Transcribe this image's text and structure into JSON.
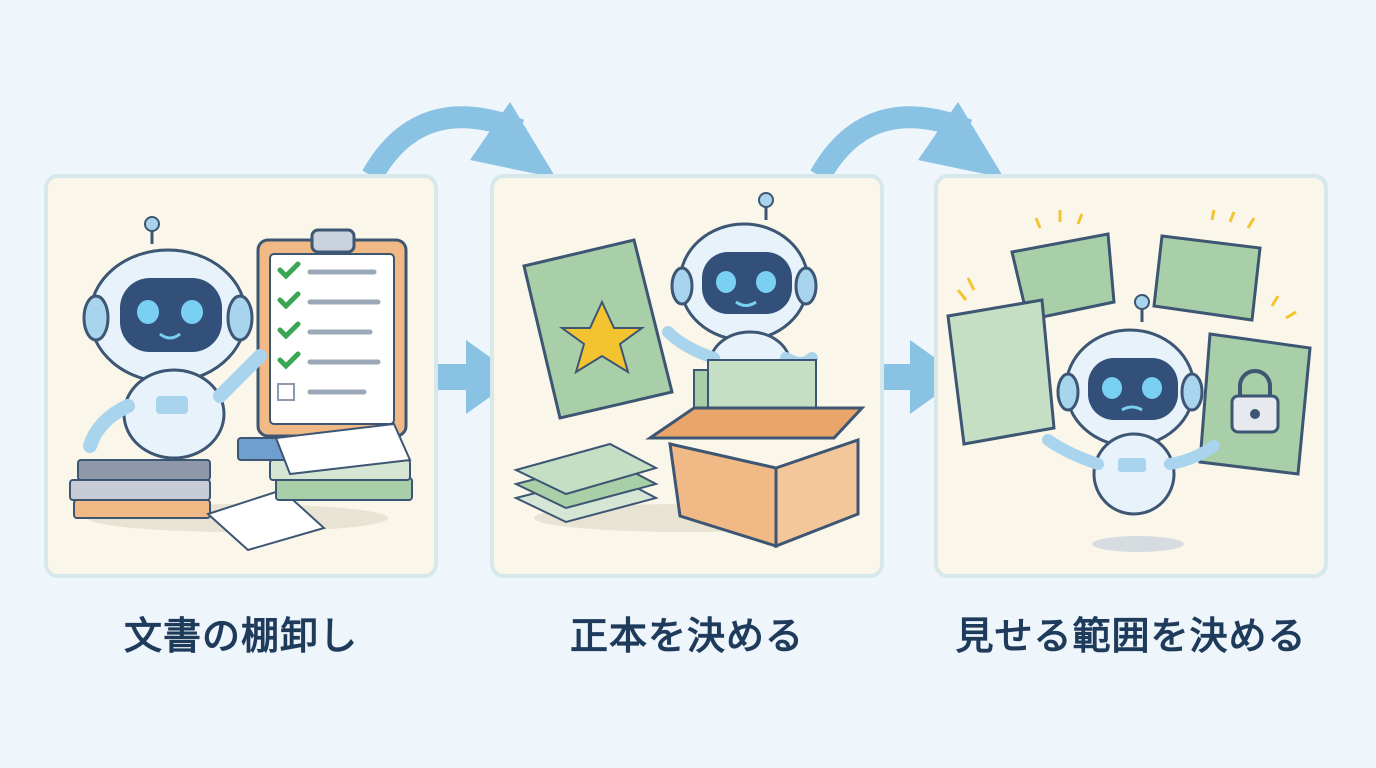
{
  "steps": [
    {
      "label": "文書の棚卸し",
      "scene": "robot-with-checklist-and-documents"
    },
    {
      "label": "正本を決める",
      "scene": "robot-with-starred-folder-and-box"
    },
    {
      "label": "見せる範囲を決める",
      "scene": "robot-with-open-and-locked-folders"
    }
  ],
  "colors": {
    "background": "#eef5fb",
    "panel_fill": "#fbf6ea",
    "panel_border": "#d7e8ea",
    "arrow": "#89c2e3",
    "caption_text": "#1f3b5c",
    "folder_green": "#a9cfa8",
    "box_orange": "#f1b985",
    "check_green": "#3aa653",
    "star_yellow": "#f4c430"
  }
}
